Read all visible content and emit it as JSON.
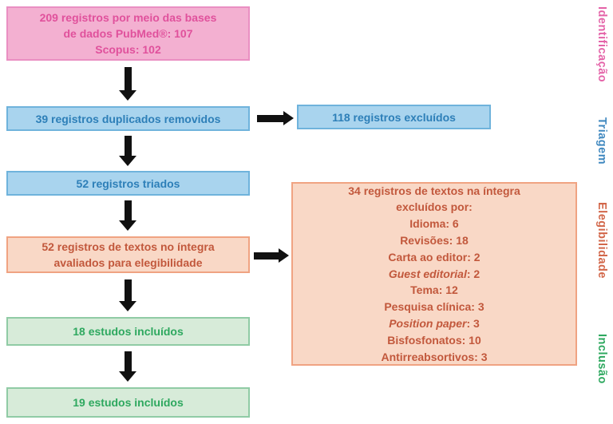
{
  "colors": {
    "identification_bg": "#f3b0d1",
    "identification_border": "#ea8fc2",
    "identification_text": "#e0519c",
    "screening_bg": "#a9d4ee",
    "screening_border": "#6fb3dc",
    "screening_text": "#2d7fb8",
    "eligibility_bg": "#f9d8c6",
    "eligibility_border": "#f0a382",
    "eligibility_text": "#c2583c",
    "inclusion_bg": "#d7ebd9",
    "inclusion_border": "#90cba5",
    "inclusion_text": "#2ea85f",
    "arrow": "#111111"
  },
  "stage_labels": {
    "identification": "Identificação",
    "screening": "Triagem",
    "eligibility": "Elegibilidade",
    "inclusion": "Inclusão"
  },
  "boxes": {
    "identification": {
      "lines": [
        "209 registros por meio das bases",
        "de dados PubMed®: 107",
        "Scopus: 102"
      ]
    },
    "duplicates_removed": {
      "text": "39 registros duplicados removidos"
    },
    "records_excluded": {
      "text": "118 registros excluídos"
    },
    "records_screened": {
      "text": "52 registros triados"
    },
    "fulltext_assessed": {
      "lines": [
        "52 registros de textos no íntegra",
        "avaliados para elegibilidade"
      ]
    },
    "fulltext_excluded": {
      "title_lines": [
        "34 registros de textos na íntegra",
        "excluídos por:"
      ],
      "items": [
        {
          "italic": "",
          "rest": "Idioma: 6"
        },
        {
          "italic": "",
          "rest": "Revisões: 18"
        },
        {
          "italic": "",
          "rest": "Carta ao editor: 2"
        },
        {
          "italic": "Guest editorial",
          "rest": ": 2"
        },
        {
          "italic": "",
          "rest": "Tema: 12"
        },
        {
          "italic": "",
          "rest": "Pesquisa clínica: 3"
        },
        {
          "italic": "Position paper",
          "rest": ": 3"
        },
        {
          "italic": "",
          "rest": "Bisfosfonatos: 10"
        },
        {
          "italic": "",
          "rest": "Antirreabsortivos: 3"
        }
      ]
    },
    "studies_included_first": {
      "text": "18 estudos incluídos"
    },
    "studies_included_final": {
      "text": "19 estudos incluídos"
    }
  }
}
